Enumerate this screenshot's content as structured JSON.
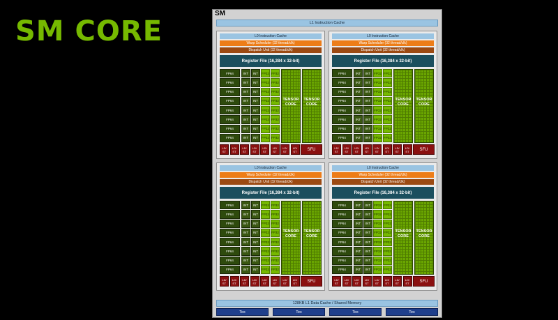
{
  "slide_title": "SM CORE",
  "sm": {
    "label": "SM",
    "l1_instruction_cache": "L1 Instruction Cache",
    "l1_data_cache": "128KB L1 Data Cache / Shared Memory",
    "tex_units": [
      "Tex",
      "Tex",
      "Tex",
      "Tex"
    ]
  },
  "partition": {
    "l0_cache": "L0 Instruction Cache",
    "warp_scheduler": "Warp Scheduler (32 thread/clk)",
    "dispatch_unit": "Dispatch Unit (32 thread/clk)",
    "register_file": "Register File (16,384 x 32-bit)",
    "fp64": "FP64",
    "int": "INT",
    "fp32": "FP32",
    "tensor_core": "TENSOR\nCORE",
    "ldst": "LD/\nST",
    "sfu": "SFU"
  },
  "colors": {
    "brand_green": "#76b900",
    "warp_orange": "#ed7d18",
    "dispatch_brown": "#9c4a12",
    "register_teal": "#1b4f5e",
    "ldst_red": "#8a1010",
    "tex_blue": "#1f3f8c",
    "cache_blue": "#9ac4e2"
  }
}
